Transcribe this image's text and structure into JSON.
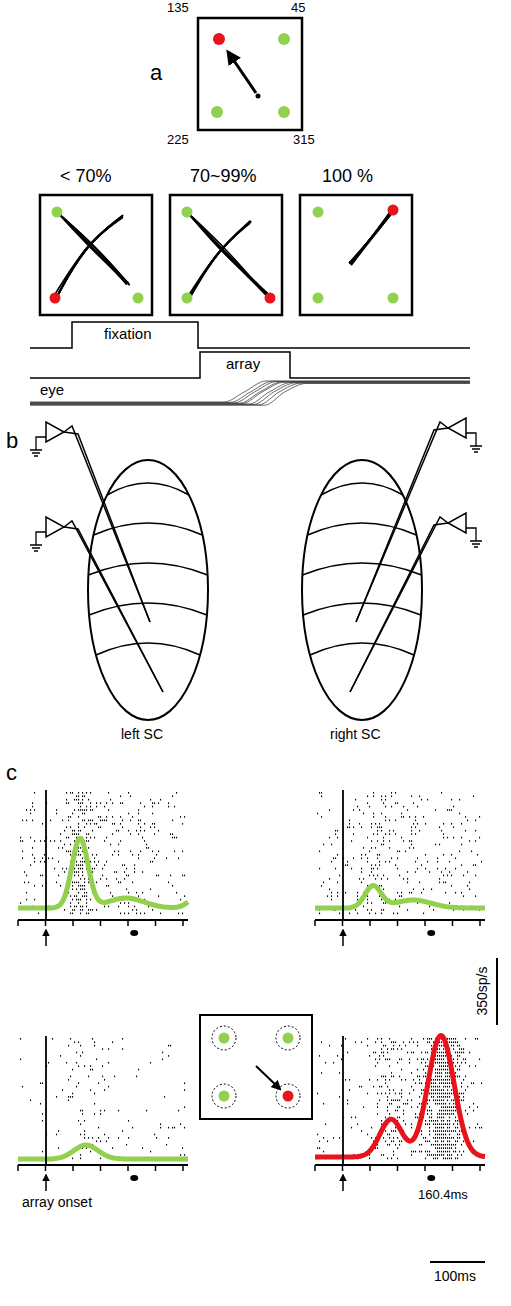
{
  "diagram": {
    "labels": [
      "a",
      "135",
      "45",
      "225",
      "315",
      "< 70%",
      "70~99%",
      "100 %",
      "fixation",
      "array",
      "eye",
      "b",
      "left SC",
      "right SC",
      "c",
      "350sp/s",
      "array onset",
      "160.4ms",
      "100ms"
    ]
  }
}
